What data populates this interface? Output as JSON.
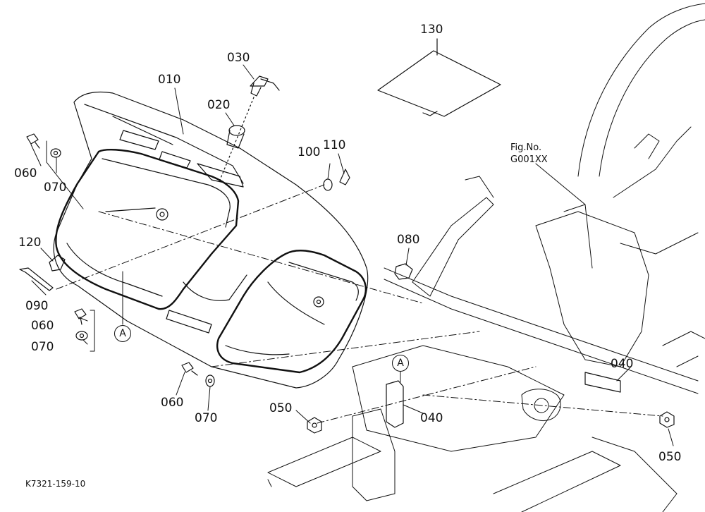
{
  "callouts": {
    "c010": "010",
    "c020": "020",
    "c030": "030",
    "c040a": "040",
    "c040b": "040",
    "c050a": "050",
    "c050b": "050",
    "c060a": "060",
    "c060b": "060",
    "c060c": "060",
    "c070a": "070",
    "c070b": "070",
    "c070c": "070",
    "c080": "080",
    "c090": "090",
    "c100": "100",
    "c110": "110",
    "c120": "120",
    "c130": "130"
  },
  "reference_marks": {
    "a1": "A",
    "a2": "A"
  },
  "figure_ref": {
    "line1": "Fig.No.",
    "line2": "G001XX"
  },
  "drawing_code": "K7321-159-10"
}
